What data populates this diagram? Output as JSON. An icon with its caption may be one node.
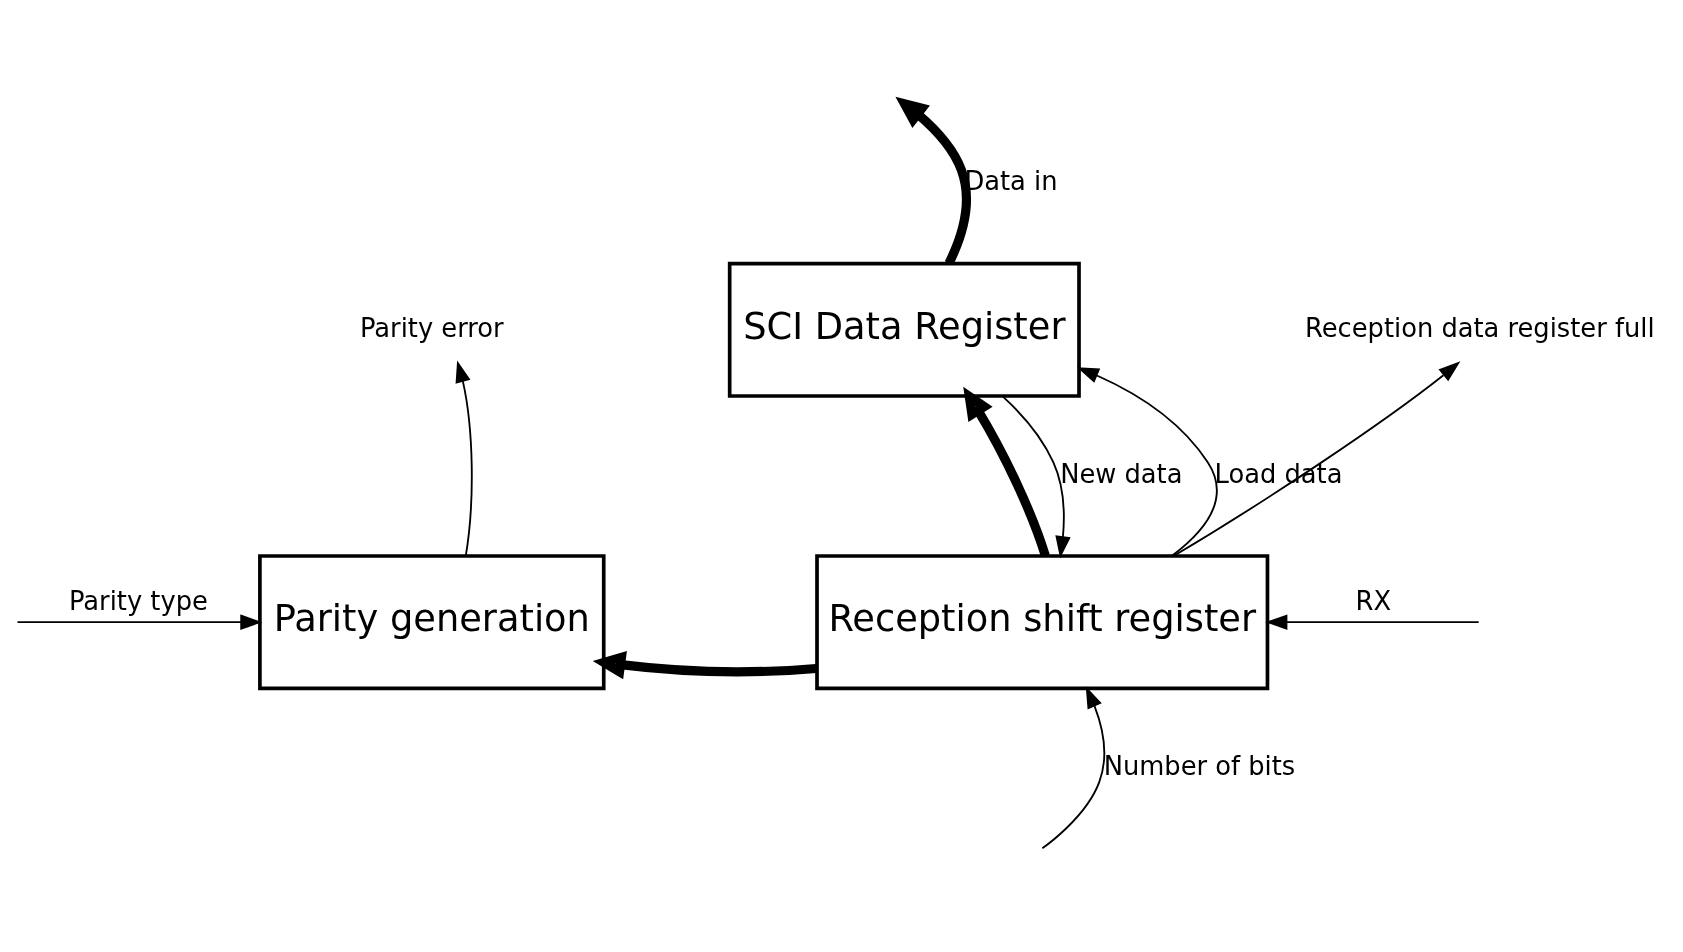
{
  "diagram": {
    "nodes": [
      {
        "text": [
          "SCI Data Register"
        ]
      },
      {
        "text": [
          "Parity generation"
        ]
      },
      {
        "text": [
          "Reception shift register"
        ]
      },
      {
        "text": [
          "Parity error"
        ]
      },
      {
        "text": [
          "Reception data register full"
        ]
      }
    ],
    "edges": [
      {
        "from": 0,
        "to": null,
        "arrow": "to",
        "label": "Data in",
        "style": "thick"
      },
      {
        "from": 0,
        "to": 2,
        "arrow": "to",
        "label": "New data"
      },
      {
        "from": 2,
        "to": 0,
        "arrow": "to",
        "style": "thick"
      },
      {
        "from": 2,
        "to": 0,
        "arrow": "to",
        "label": "Load data"
      },
      {
        "from": 2,
        "to": 4,
        "arrow": "to"
      },
      {
        "from": 1,
        "to": 3,
        "arrow": "to"
      },
      {
        "from": null,
        "to": 1,
        "arrow": "to",
        "label": "Parity type"
      },
      {
        "from": 2,
        "to": 1,
        "arrow": "to",
        "style": "thick"
      },
      {
        "from": null,
        "to": 2,
        "arrow": "to",
        "label": "RX"
      },
      {
        "from": null,
        "to": 2,
        "arrow": "to",
        "label": "Number of bits"
      }
    ]
  }
}
